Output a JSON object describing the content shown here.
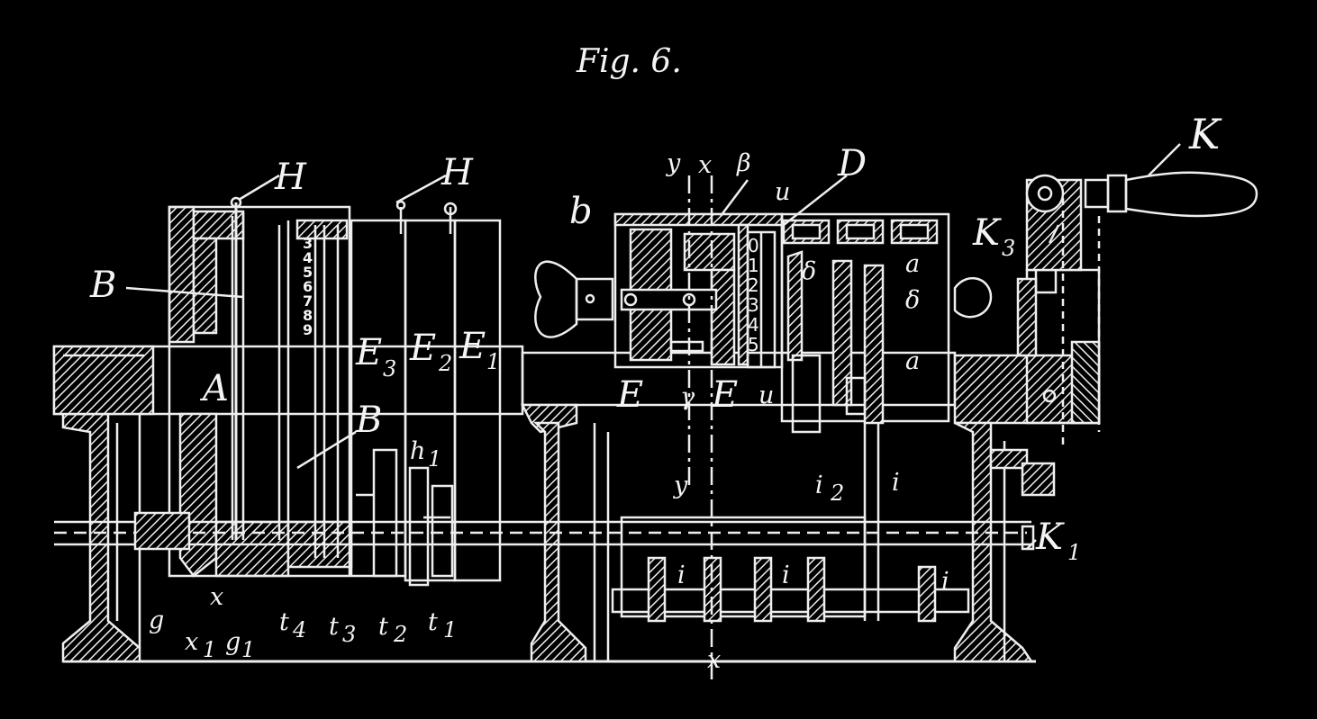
{
  "figure": {
    "title": "Fig. 6.",
    "labels": {
      "H_left": "H",
      "H_right": "H",
      "B_upper": "B",
      "A": "A",
      "B_lower": "B",
      "E3": "E",
      "E3_sub": "3",
      "E2": "E",
      "E2_sub": "2",
      "E1": "E",
      "E1_sub": "1",
      "h1": "h",
      "h1_sub": "1",
      "b": "b",
      "y_top": "y",
      "x_top": "x",
      "beta": "β",
      "u_top": "u",
      "D": "D",
      "delta_top": "δ",
      "a_top": "a",
      "delta_mid": "δ",
      "a_mid": "a",
      "E_mid": "E",
      "gamma": "γ",
      "E_mid2": "E",
      "u_mid": "u",
      "y_bottom": "y",
      "i2": "i",
      "i2_sub": "2",
      "i_right": "i",
      "K": "K",
      "K3": "K",
      "K3_sub": "3",
      "K1": "K",
      "K1_sub": "1",
      "i_cyl1": "i",
      "i_cyl2": "i",
      "i_cyl3": "i",
      "g": "g",
      "x_low": "x",
      "x1": "x",
      "x1_sub": "1",
      "g1": "g",
      "g1_sub": "1",
      "t4": "t",
      "t4_sub": "4",
      "t3": "t",
      "t3_sub": "3",
      "t2": "t",
      "t2_sub": "2",
      "t1": "t",
      "t1_sub": "1",
      "x_bottom": "x"
    },
    "dial_left": [
      "3",
      "4",
      "5",
      "6",
      "7",
      "8",
      "9"
    ],
    "dial_right": [
      "0",
      "1",
      "2",
      "3",
      "4",
      "5"
    ]
  }
}
